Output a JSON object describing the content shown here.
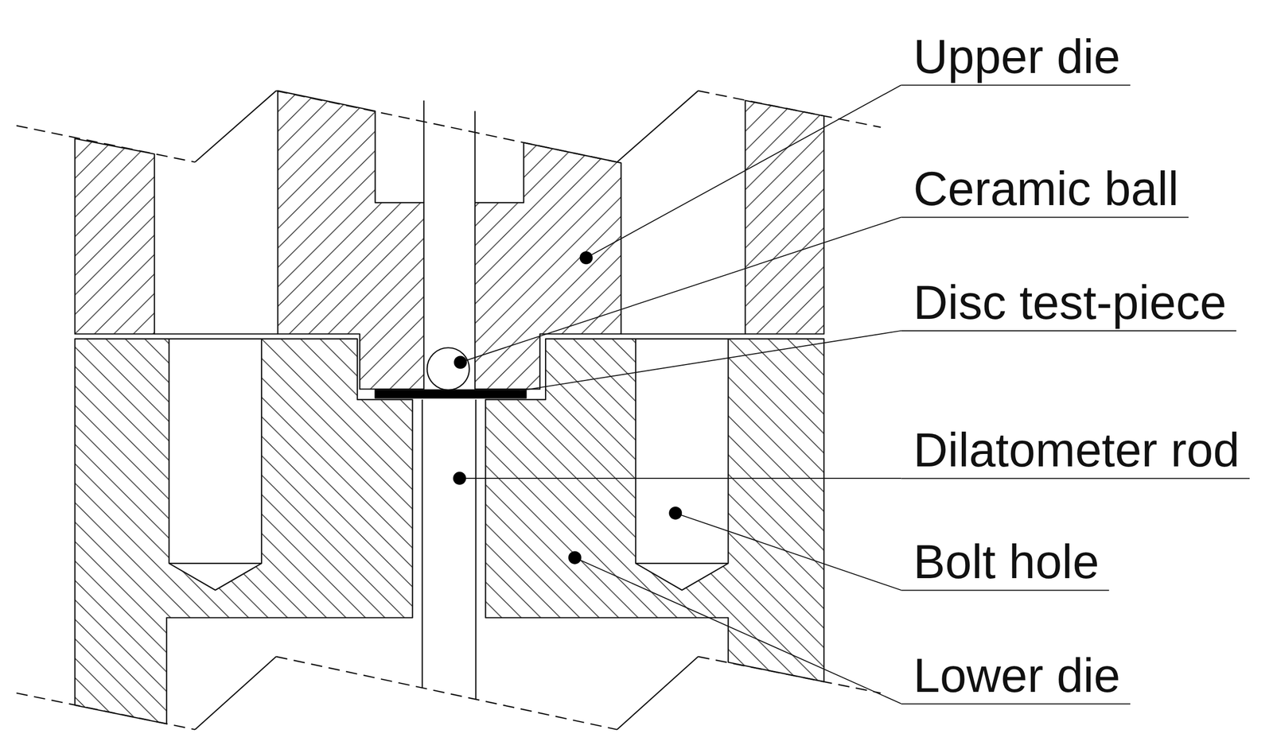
{
  "diagram": {
    "labels": [
      "Upper die",
      "Ceramic ball",
      "Disc test-piece",
      "Dilatometer rod",
      "Bolt hole",
      "Lower die"
    ]
  }
}
